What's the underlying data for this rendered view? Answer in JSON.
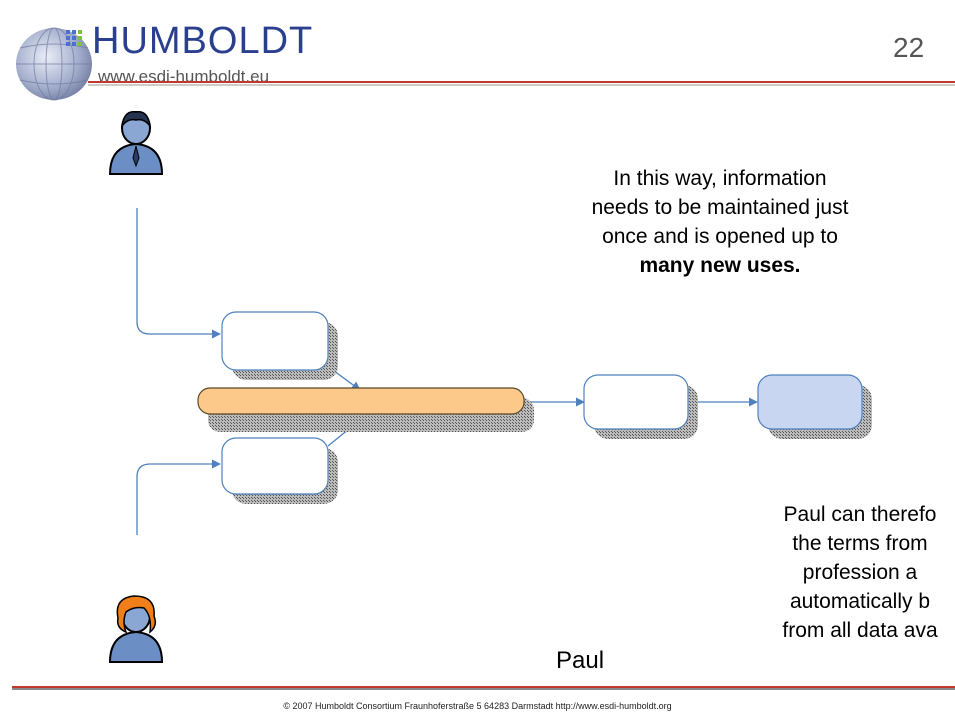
{
  "header": {
    "logo_word": "HUMBOLDT",
    "logo_url": "www.esdi-humboldt.eu",
    "slide_number": "22"
  },
  "main": {
    "text_line1": "In this way, information",
    "text_line2": "needs to be maintained just",
    "text_line3": "once and is opened up to",
    "text_bold": "many new uses."
  },
  "side": {
    "line1": "Paul can therefo",
    "line2": "the terms from",
    "line3": "profession a",
    "line4": "automatically b",
    "line5": "from all data ava"
  },
  "labels": {
    "paul": "Paul"
  },
  "footer": {
    "text": "© 2007 Humboldt Consortium   Fraunhoferstraße 5   64283 Darmstadt   http://www.esdi-humboldt.org"
  },
  "colors": {
    "logo_blue": "#2b3f8f",
    "bar_orange": "#fcc98a",
    "box_blue_fill": "#c9d6f2",
    "box_border": "#4f81bd",
    "footer_rule": "#c0392b"
  },
  "icons": [
    "globe-logo-icon",
    "male-user-icon",
    "female-user-icon"
  ]
}
